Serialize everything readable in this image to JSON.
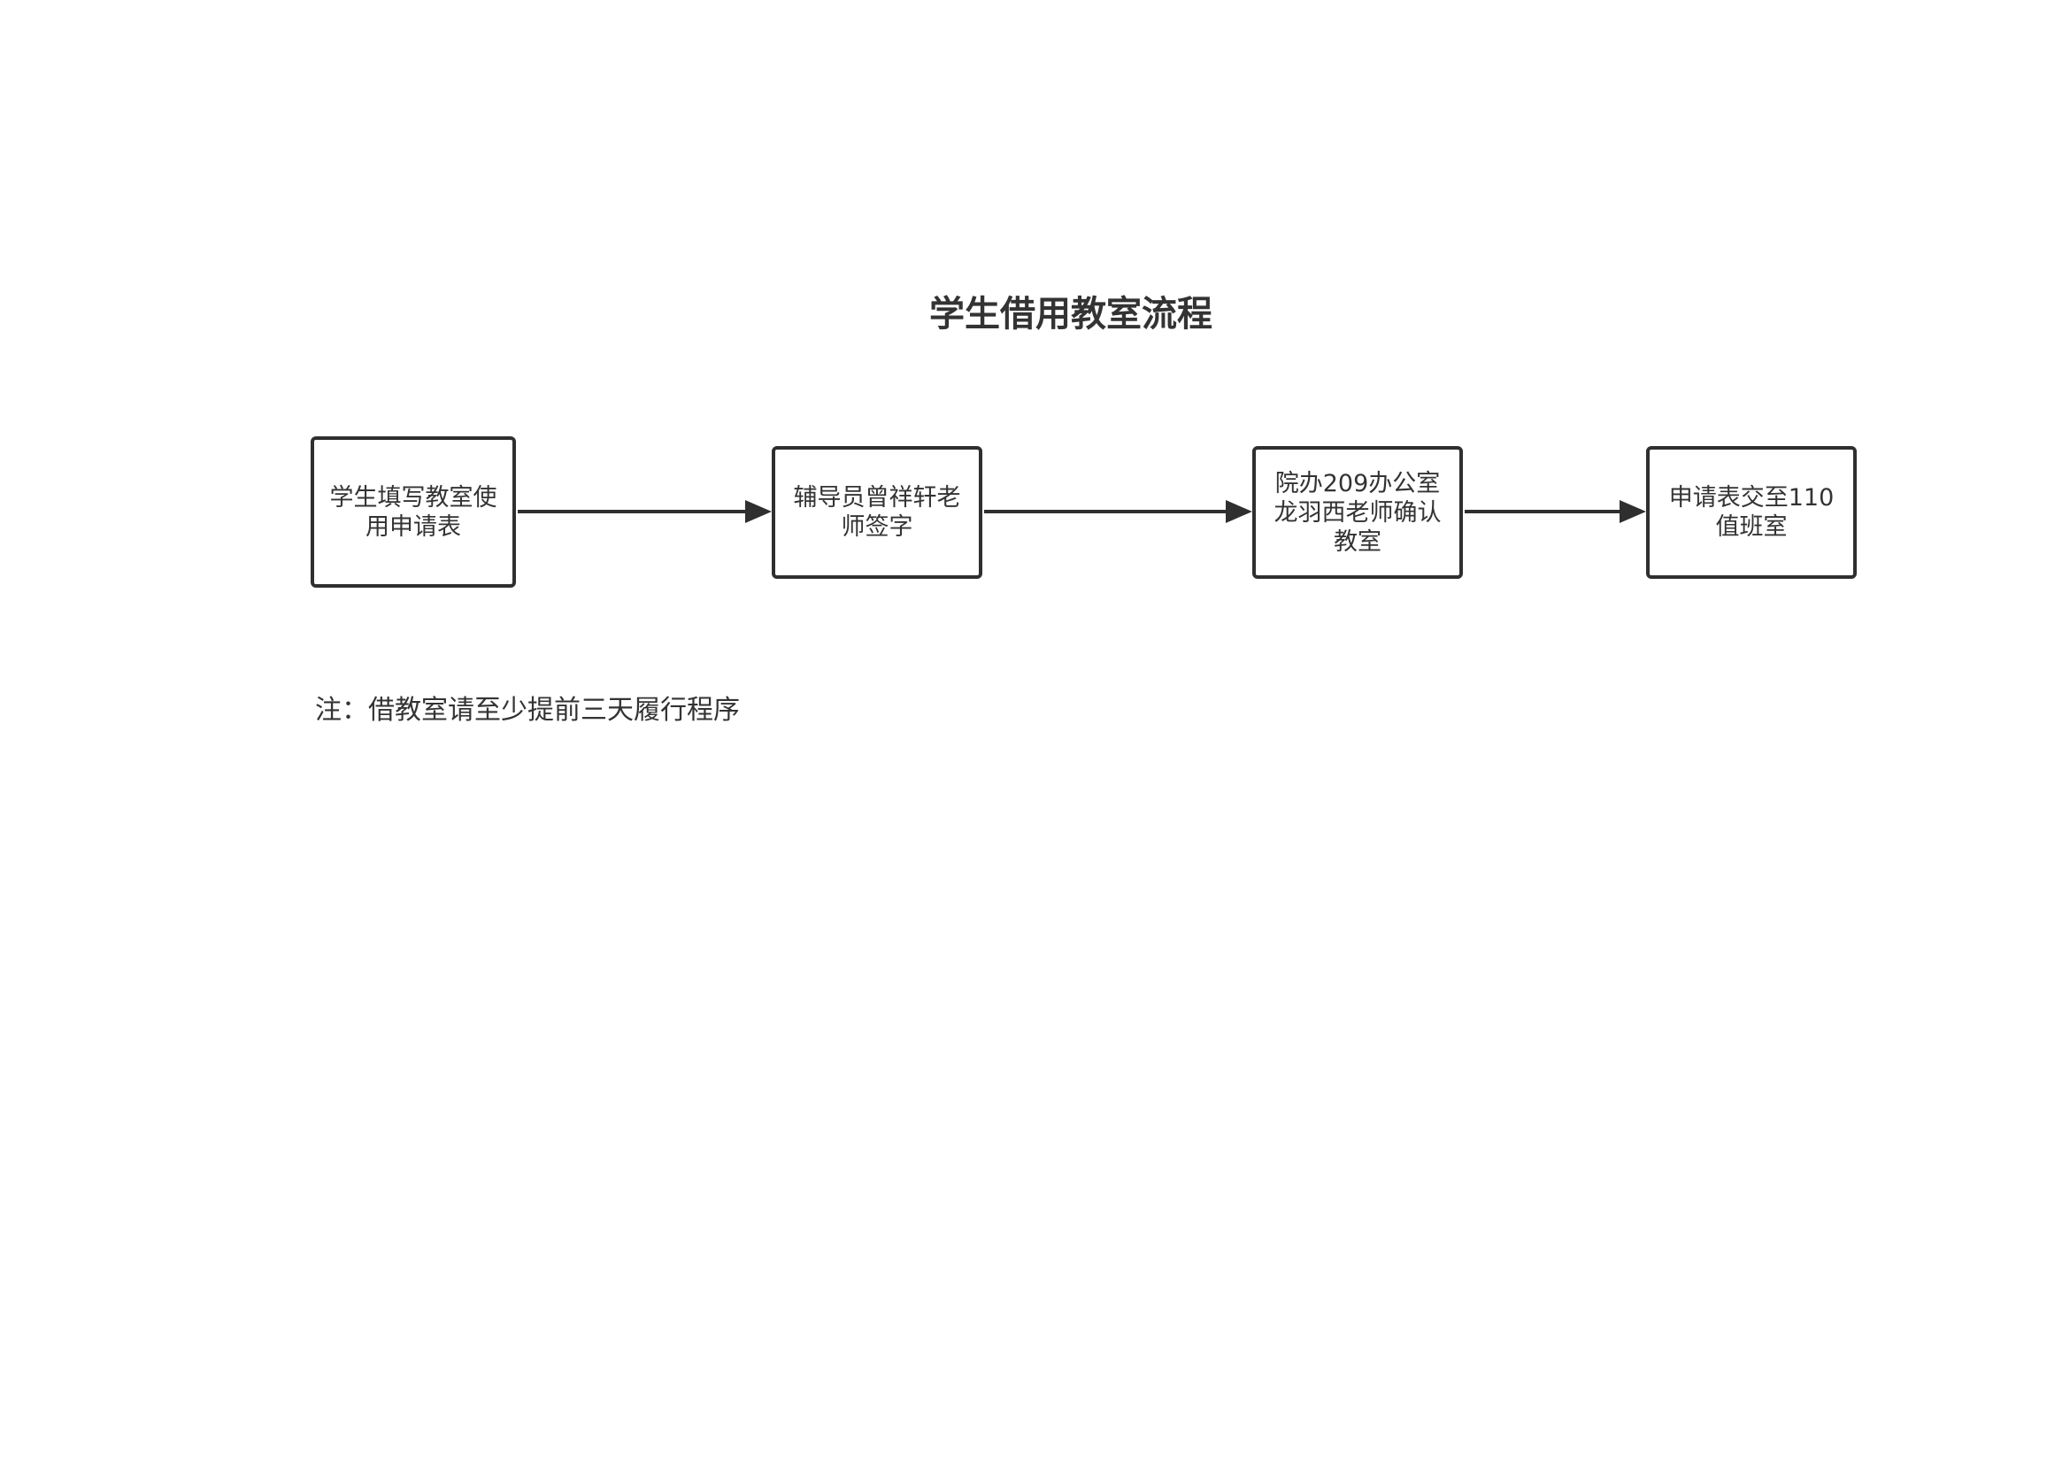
{
  "diagram": {
    "title": "学生借用教室流程",
    "nodes": [
      {
        "id": "step-1",
        "label": "学生填写教室使用申请表"
      },
      {
        "id": "step-2",
        "label": "辅导员曾祥轩老师签字"
      },
      {
        "id": "step-3",
        "label": "院办209办公室龙羽西老师确认教室"
      },
      {
        "id": "step-4",
        "label": "申请表交至110值班室"
      }
    ],
    "edges": [
      {
        "from": "step-1",
        "to": "step-2"
      },
      {
        "from": "step-2",
        "to": "step-3"
      },
      {
        "from": "step-3",
        "to": "step-4"
      }
    ],
    "note": "注：借教室请至少提前三天履行程序"
  },
  "colors": {
    "stroke": "#2f2f2f",
    "text": "#333333",
    "background": "#ffffff"
  }
}
